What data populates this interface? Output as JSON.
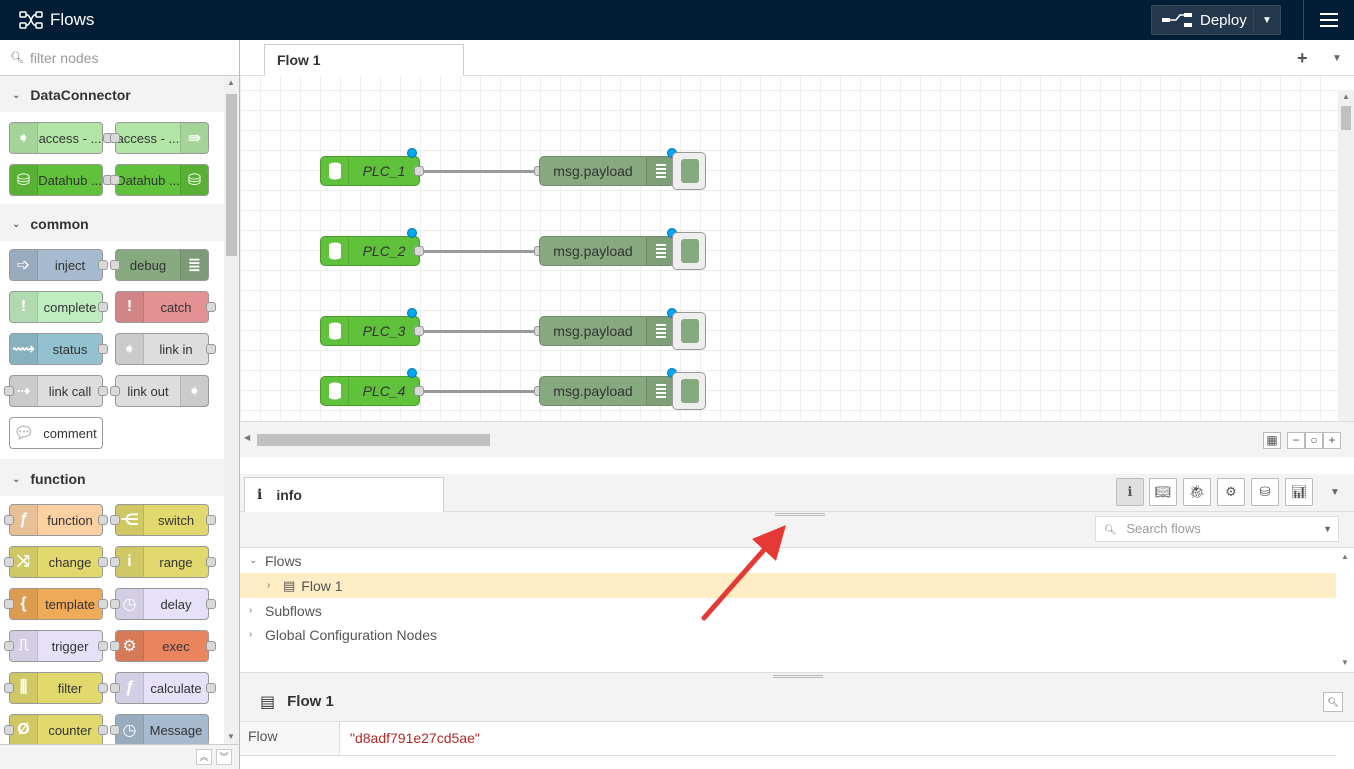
{
  "header": {
    "app_title": "Flows",
    "deploy_label": "Deploy"
  },
  "palette": {
    "filter_placeholder": "filter nodes",
    "categories": [
      {
        "name": "DataConnector",
        "nodes": [
          {
            "label": "access - ...",
            "color": "#b3e6a6"
          },
          {
            "label": "access - ...",
            "color": "#b3e6a6"
          },
          {
            "label": "Datahub ...",
            "color": "#60c13a"
          },
          {
            "label": "Datahub ...",
            "color": "#60c13a"
          }
        ]
      },
      {
        "name": "common",
        "nodes": [
          {
            "label": "inject",
            "color": "#a6bbcf"
          },
          {
            "label": "debug",
            "color": "#87a980"
          },
          {
            "label": "complete",
            "color": "#c0edc0"
          },
          {
            "label": "catch",
            "color": "#e49191"
          },
          {
            "label": "status",
            "color": "#94c1d0"
          },
          {
            "label": "link in",
            "color": "#dddddd"
          },
          {
            "label": "link call",
            "color": "#dddddd"
          },
          {
            "label": "link out",
            "color": "#dddddd"
          },
          {
            "label": "comment",
            "color": "#ffffff"
          }
        ]
      },
      {
        "name": "function",
        "nodes": [
          {
            "label": "function",
            "color": "#fdd0a2"
          },
          {
            "label": "switch",
            "color": "#e2d96e"
          },
          {
            "label": "change",
            "color": "#e2d96e"
          },
          {
            "label": "range",
            "color": "#e2d96e"
          },
          {
            "label": "template",
            "color": "#f0ab58"
          },
          {
            "label": "delay",
            "color": "#e6e0f8"
          },
          {
            "label": "trigger",
            "color": "#e6e0f8"
          },
          {
            "label": "exec",
            "color": "#e9845e"
          },
          {
            "label": "filter",
            "color": "#e2d96e"
          },
          {
            "label": "calculate",
            "color": "#e6e0f8"
          },
          {
            "label": "counter",
            "color": "#e2d96e"
          },
          {
            "label": "Message",
            "color": "#a6bbcf"
          }
        ]
      }
    ]
  },
  "workspace": {
    "tabs": [
      {
        "label": "Flow 1"
      }
    ],
    "flow_nodes": [
      {
        "source": "PLC_1",
        "target": "msg.payload"
      },
      {
        "source": "PLC_2",
        "target": "msg.payload"
      },
      {
        "source": "PLC_3",
        "target": "msg.payload"
      },
      {
        "source": "PLC_4",
        "target": "msg.payload"
      }
    ]
  },
  "sidebar": {
    "active_tab": "info",
    "search_placeholder": "Search flows",
    "tree": {
      "flows_label": "Flows",
      "flow1_label": "Flow 1",
      "subflows_label": "Subflows",
      "global_config_label": "Global Configuration Nodes"
    },
    "properties": {
      "title": "Flow 1",
      "key": "Flow",
      "value": "\"d8adf791e27cd5ae\""
    }
  },
  "colors": {
    "header_bg": "#021d36",
    "selection_bg": "#ffedc5",
    "port_dot": "#00a7f0",
    "annotation_arrow": "#e53935"
  }
}
